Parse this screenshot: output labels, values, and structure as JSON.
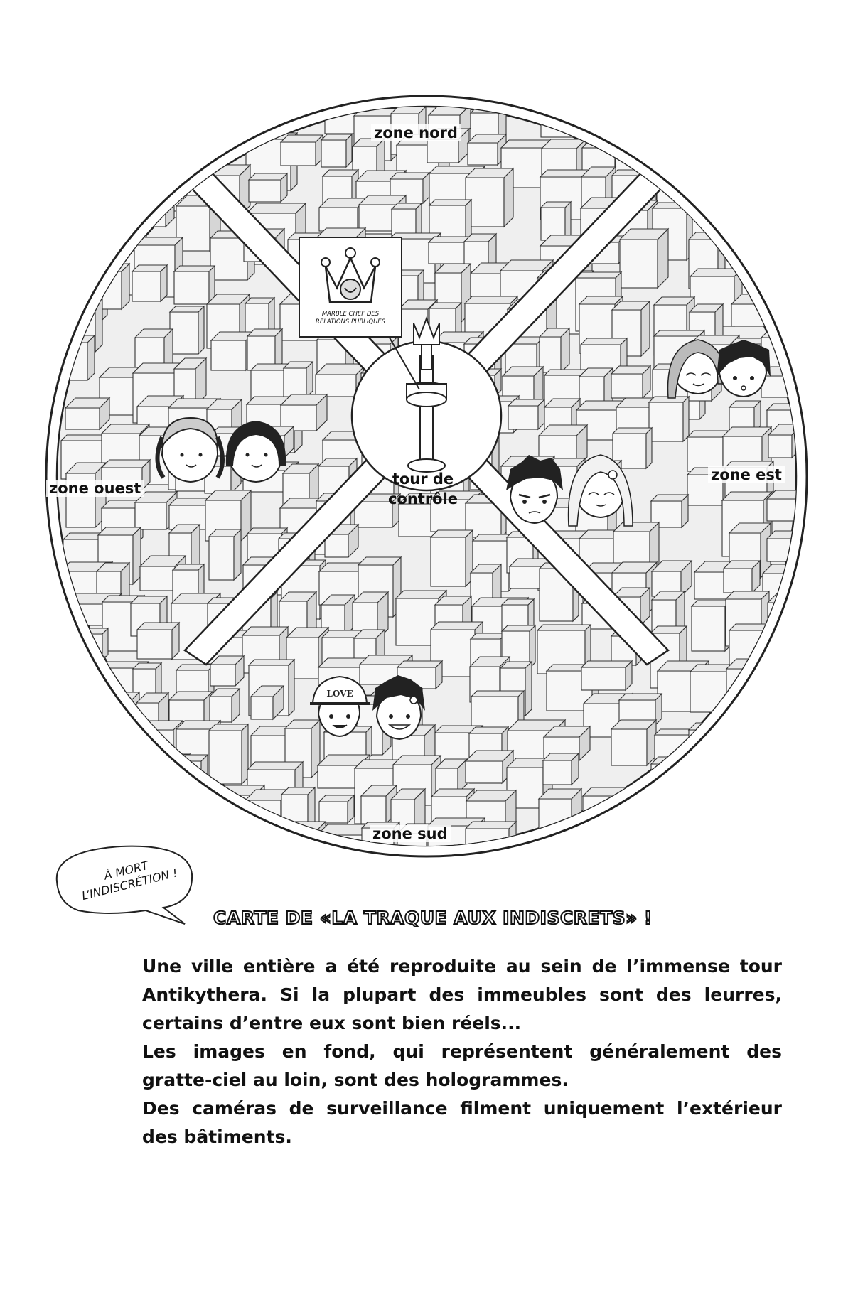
{
  "map": {
    "zones": {
      "north": "zone nord",
      "west": "zone ouest",
      "east": "zone est",
      "south": "zone sud"
    },
    "tower": {
      "line1": "tour de",
      "line2": "contrôle"
    },
    "sign": {
      "caption_line1": "MARBLE CHEF DES",
      "caption_line2": "RELATIONS PUBLIQUES"
    },
    "characters": {
      "west": [
        "girl-twintails-icon",
        "girl-bob-hair-icon"
      ],
      "east": [
        "girl-long-hair-icon",
        "boy-spiky-hair-icon",
        "boy-messy-hair-icon",
        "girl-blonde-icon"
      ],
      "south": [
        "boy-love-cap-icon",
        "boy-spiky-grin-icon"
      ]
    },
    "cap_text": "LOVE"
  },
  "speech_bubble": {
    "line1": "À MORT",
    "line2": "L’INDISCRÉTION !"
  },
  "heading": "CARTE DE «LA TRAQUE AUX INDISCRETS» !",
  "description": [
    "Une ville entière a été reproduite au sein de l’immense tour Antikythera. Si la plupart des immeubles sont des leurres, certains d’entre eux sont bien réels...",
    "Les images en fond, qui représentent généralement des gratte-ciel au loin, sont des hologrammes.",
    "Des caméras de surveillance filment uniquement l’extérieur des bâtiments."
  ],
  "colors": {
    "ink": "#111111",
    "paper": "#ffffff",
    "building_face": "#f4f4f4",
    "building_side": "#d8d8d8"
  }
}
